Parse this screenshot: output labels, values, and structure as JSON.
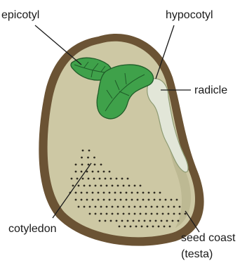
{
  "labels": {
    "epicotyl": "epicotyl",
    "hypocotyl": "hypocotyl",
    "radicle": "radicle",
    "cotyledon": "cotyledon",
    "seed_coat_line1": "seed coast",
    "seed_coat_line2": "(testa)"
  },
  "colors": {
    "seed_coat": "#6b5334",
    "cotyledon_fill": "#cdc8a4",
    "leaf_green": "#3fa14a",
    "radicle_fill": "#e2e6d8",
    "dots": "#2e2a20"
  }
}
